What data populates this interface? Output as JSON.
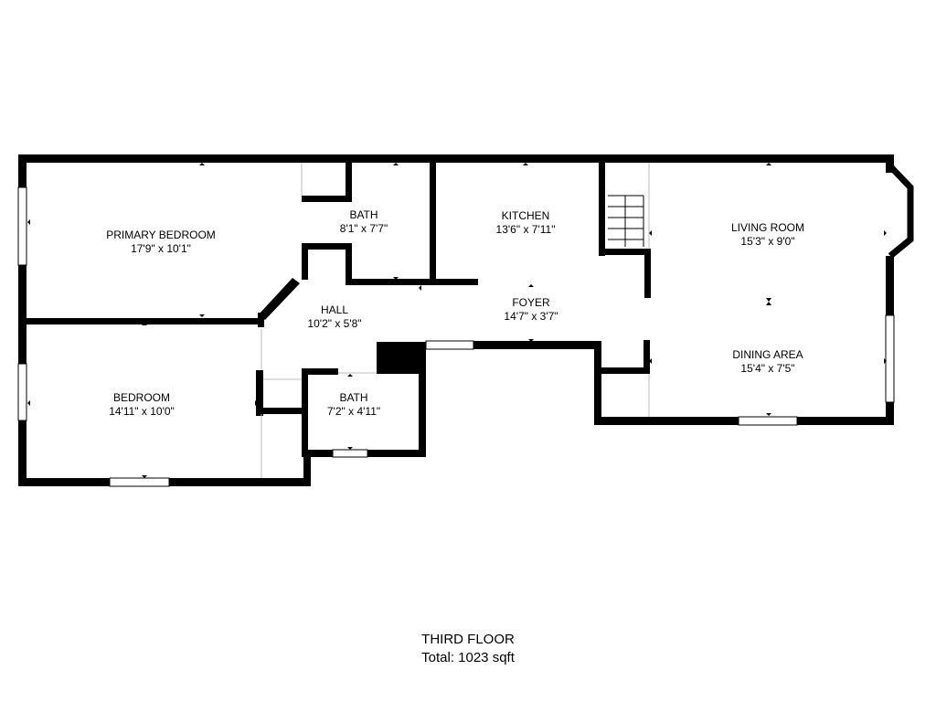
{
  "rooms": {
    "primary_bedroom": {
      "name": "PRIMARY BEDROOM",
      "dims": "17'9\" x 10'1\""
    },
    "bath_upper": {
      "name": "BATH",
      "dims": "8'1\" x 7'7\""
    },
    "kitchen": {
      "name": "KITCHEN",
      "dims": "13'6\" x 7'11\""
    },
    "living_room": {
      "name": "LIVING ROOM",
      "dims": "15'3\" x 9'0\""
    },
    "hall": {
      "name": "HALL",
      "dims": "10'2\" x 5'8\""
    },
    "foyer": {
      "name": "FOYER",
      "dims": "14'7\" x 3'7\""
    },
    "dining_area": {
      "name": "DINING AREA",
      "dims": "15'4\" x 7'5\""
    },
    "bedroom": {
      "name": "BEDROOM",
      "dims": "14'11\" x 10'0\""
    },
    "bath_lower": {
      "name": "BATH",
      "dims": "7'2\" x 4'11\""
    }
  },
  "footer": {
    "floor": "THIRD FLOOR",
    "total": "Total: 1023 sqft"
  }
}
